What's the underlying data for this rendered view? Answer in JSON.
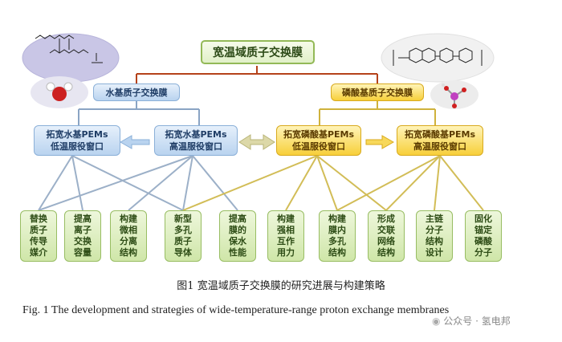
{
  "title": "宽温域质子交换膜",
  "branches": {
    "water": "水基质子交换膜",
    "phosphoric": "磷酸基质子交换膜"
  },
  "windows": [
    {
      "line1": "拓宽水基PEMs",
      "line2": "低温服役窗口"
    },
    {
      "line1": "拓宽水基PEMs",
      "line2": "高温服役窗口"
    },
    {
      "line1": "拓宽磷酸基PEMs",
      "line2": "低温服役窗口"
    },
    {
      "line1": "拓宽磷酸基PEMs",
      "line2": "高温服役窗口"
    }
  ],
  "strategies": [
    "替换质子传导媒介",
    "提高离子交换容量",
    "构建微相分离结构",
    "新型多孔质子导体",
    "提高膜的保水性能",
    "构建强相互作用力",
    "构建膜内多孔结构",
    "形成交联网络结构",
    "主链分子结构设计",
    "固化锚定磷酸分子"
  ],
  "caption_cn": "图1 宽温域质子交换膜的研究进展与构建策略",
  "caption_en": "Fig. 1 The development and strategies of wide-temperature-range proton exchange membranes",
  "watermark": "公众号 · 氢电邦",
  "colors": {
    "blue": "#8aa4c4",
    "gold": "#cfb23c",
    "green": "#93b957",
    "arrow_red": "#b5421a"
  }
}
